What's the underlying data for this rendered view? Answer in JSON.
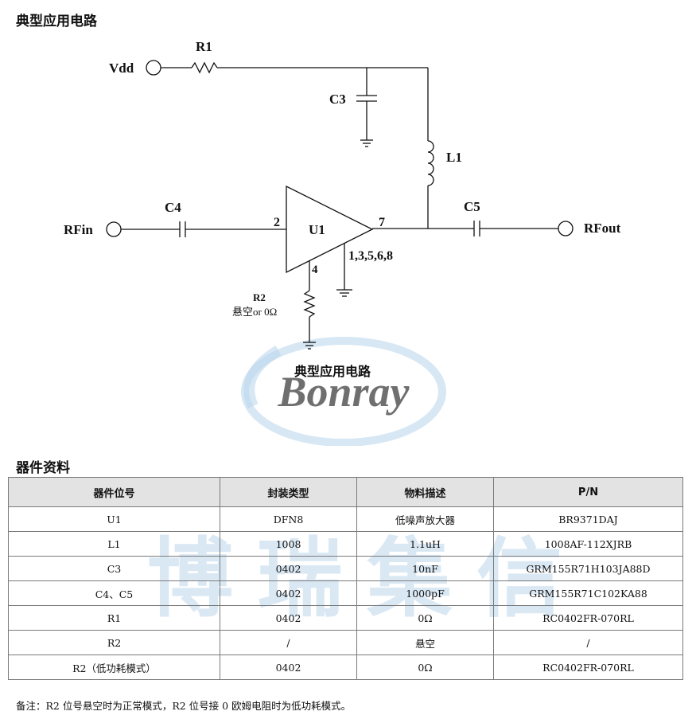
{
  "section_circuit_title": "典型应用电路",
  "section_parts_title": "器件资料",
  "circuit": {
    "vdd_label": "Vdd",
    "r1_label": "R1",
    "c3_label": "C3",
    "l1_label": "L1",
    "c4_label": "C4",
    "c5_label": "C5",
    "u1_label": "U1",
    "rfin_label": "RFin",
    "rfout_label": "RFout",
    "pin_in": "2",
    "pin_out": "7",
    "pin_gnd": "4",
    "pins_ground": "1,3,5,6,8",
    "r2_label": "R2",
    "r2_desc": "悬空or 0Ω",
    "caption": "典型应用电路"
  },
  "watermark": {
    "logo_text": "Bonray",
    "cn_text": "博瑞集信"
  },
  "colors": {
    "watermark_blue": "#bcd7ec",
    "header_bg": "#e3e3e3",
    "line": "#111111"
  },
  "table": {
    "headers": [
      "器件位号",
      "封装类型",
      "物料描述",
      "P/N"
    ],
    "rows": [
      [
        "U1",
        "DFN8",
        "低噪声放大器",
        "BR9371DAJ"
      ],
      [
        "L1",
        "1008",
        "1.1uH",
        "1008AF-112XJRB"
      ],
      [
        "C3",
        "0402",
        "10nF",
        "GRM155R71H103JA88D"
      ],
      [
        "C4、C5",
        "0402",
        "1000pF",
        "GRM155R71C102KA88"
      ],
      [
        "R1",
        "0402",
        "0Ω",
        "RC0402FR-070RL"
      ],
      [
        "R2",
        "/",
        "悬空",
        "/"
      ],
      [
        "R2（低功耗模式）",
        "0402",
        "0Ω",
        "RC0402FR-070RL"
      ]
    ]
  },
  "note": "备注：R2 位号悬空时为正常模式，R2 位号接 0 欧姆电阻时为低功耗模式。"
}
